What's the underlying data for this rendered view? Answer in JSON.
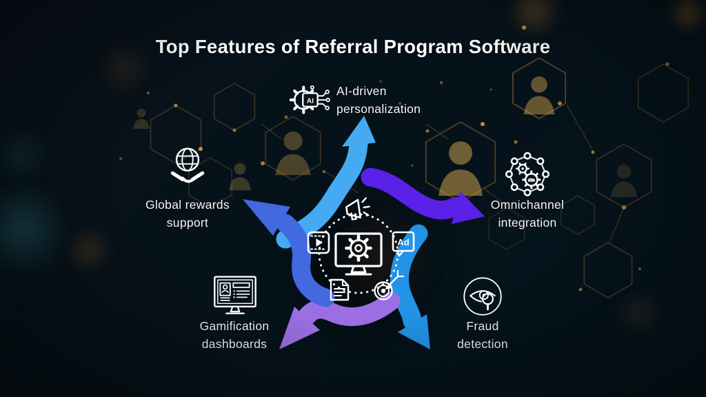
{
  "title": "Top Features of Referral Program Software",
  "features": [
    {
      "id": "ai-driven-personalization",
      "line1": "AI-driven",
      "line2": "personalization",
      "icon": "ai-chip-gear-icon",
      "icon_label": "AI"
    },
    {
      "id": "global-rewards-support",
      "line1": "Global rewards",
      "line2": "support",
      "icon": "globe-handshake-icon"
    },
    {
      "id": "omnichannel-integration",
      "line1": "Omnichannel",
      "line2": "integration",
      "icon": "connected-gears-network-icon"
    },
    {
      "id": "gamification-dashboards",
      "line1": "Gamification",
      "line2": "dashboards",
      "icon": "dashboard-monitor-icon"
    },
    {
      "id": "fraud-detection",
      "line1": "Fraud",
      "line2": "detection",
      "icon": "eye-magnifier-icon"
    }
  ],
  "center_hub": {
    "ad_label": "Ad",
    "icons": [
      "megaphone-icon",
      "video-player-icon",
      "ad-bubble-icon",
      "document-icon",
      "target-dart-icon",
      "monitor-gear-icon",
      "dotted-orbit-circle"
    ]
  },
  "arrows": [
    {
      "name": "arrow-to-ai",
      "direction": "up",
      "color": "#45aaf2"
    },
    {
      "name": "arrow-to-omnichannel",
      "direction": "right",
      "color": "#5a22e8"
    },
    {
      "name": "arrow-to-fraud",
      "direction": "down-right",
      "color": "#2293e6"
    },
    {
      "name": "arrow-to-gamification",
      "direction": "down-left",
      "color": "#9b6fe3"
    },
    {
      "name": "arrow-to-global",
      "direction": "up-left",
      "color": "#4269e0"
    }
  ],
  "colors": {
    "background": "#071019",
    "title_text": "#ffffff",
    "label_text": "#f5f5f5",
    "icon_stroke": "#ffffff",
    "network_gold": "#c98f3f"
  }
}
